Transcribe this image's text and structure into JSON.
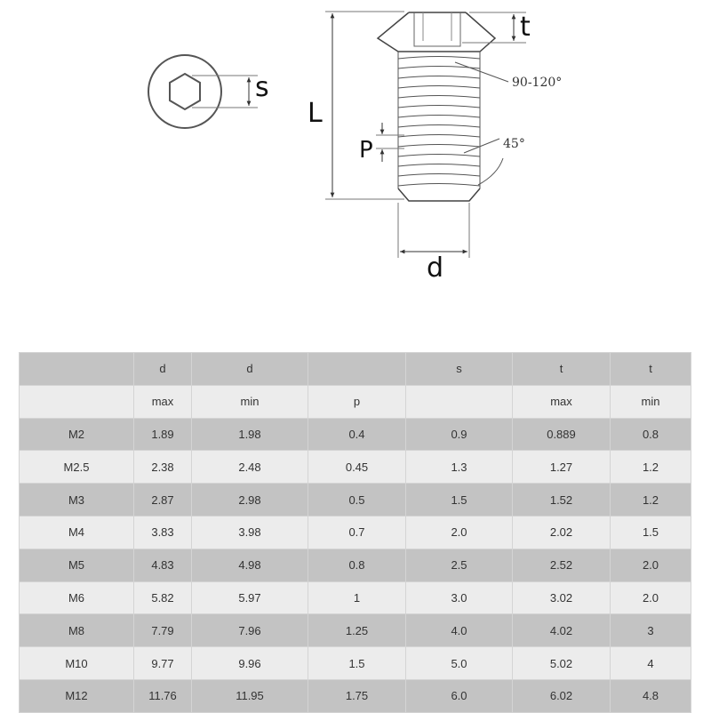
{
  "drawing": {
    "labels": {
      "s": "s",
      "t": "t",
      "L": "L",
      "P": "P",
      "d": "d",
      "cone_angle": "90-120°",
      "chamfer_angle": "45°"
    }
  },
  "table": {
    "header_row1": [
      "",
      "d",
      "d",
      "",
      "s",
      "t",
      "t"
    ],
    "header_row2": [
      "",
      "max",
      "min",
      "p",
      "",
      "max",
      "min"
    ],
    "rows": [
      [
        "M2",
        "1.89",
        "1.98",
        "0.4",
        "0.9",
        "0.889",
        "0.8"
      ],
      [
        "M2.5",
        "2.38",
        "2.48",
        "0.45",
        "1.3",
        "1.27",
        "1.2"
      ],
      [
        "M3",
        "2.87",
        "2.98",
        "0.5",
        "1.5",
        "1.52",
        "1.2"
      ],
      [
        "M4",
        "3.83",
        "3.98",
        "0.7",
        "2.0",
        "2.02",
        "1.5"
      ],
      [
        "M5",
        "4.83",
        "4.98",
        "0.8",
        "2.5",
        "2.52",
        "2.0"
      ],
      [
        "M6",
        "5.82",
        "5.97",
        "1",
        "3.0",
        "3.02",
        "2.0"
      ],
      [
        "M8",
        "7.79",
        "7.96",
        "1.25",
        "4.0",
        "4.02",
        "3"
      ],
      [
        "M10",
        "9.77",
        "9.96",
        "1.5",
        "5.0",
        "5.02",
        "4"
      ],
      [
        "M12",
        "11.76",
        "11.95",
        "1.75",
        "6.0",
        "6.02",
        "4.8"
      ]
    ]
  }
}
